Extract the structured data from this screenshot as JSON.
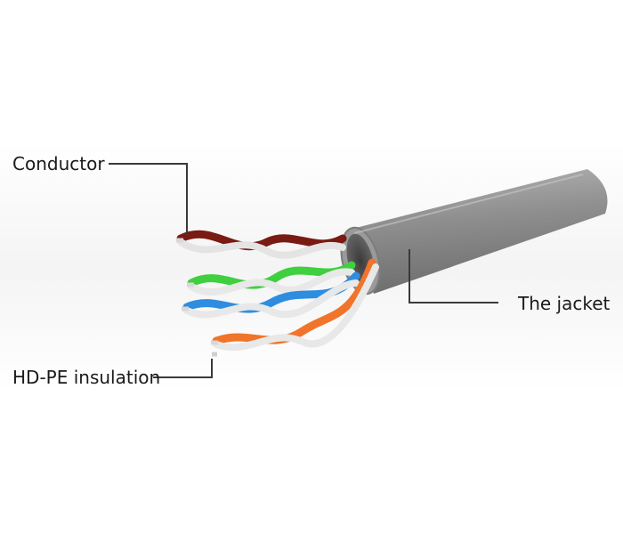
{
  "labels": {
    "conductor": "Conductor",
    "jacket": "The jacket",
    "insulation": "HD-PE insulation"
  },
  "colors": {
    "jacket": "#8f8f8f",
    "pair_brown": "#7a1a14",
    "pair_green": "#3fcf3f",
    "pair_blue": "#2f8de0",
    "pair_orange": "#f0742a",
    "white_stripe": "#e6e6e6",
    "leader_line": "#3a3a3a"
  }
}
